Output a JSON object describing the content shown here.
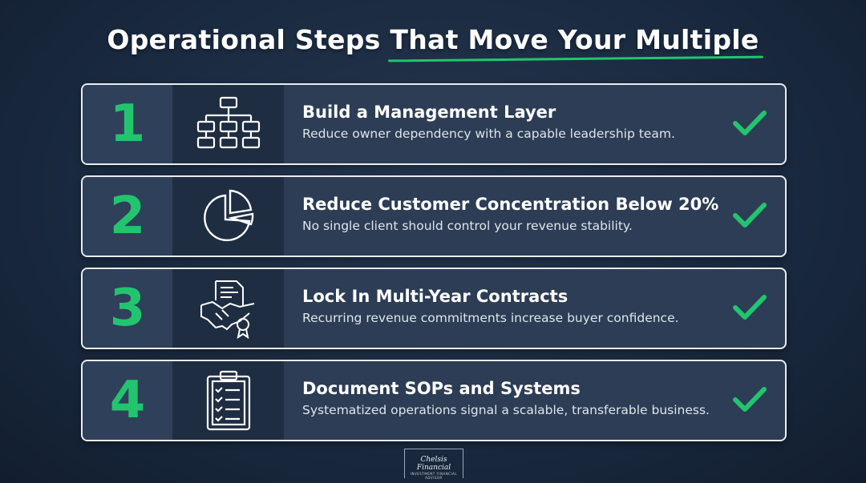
{
  "title": {
    "part1": "Operational Steps ",
    "part2": "That Move Your Multiple"
  },
  "accent_color": "#22c56e",
  "steps": [
    {
      "number": "1",
      "icon": "org-chart-icon",
      "heading": "Build a Management Layer",
      "description": "Reduce owner dependency with a capable leadership team.",
      "checked": true
    },
    {
      "number": "2",
      "icon": "pie-chart-icon",
      "heading": "Reduce Customer Concentration Below 20%",
      "description": "No single client should control your revenue stability.",
      "checked": true
    },
    {
      "number": "3",
      "icon": "contract-handshake-icon",
      "heading": "Lock In Multi-Year Contracts",
      "description": "Recurring revenue commitments increase buyer confidence.",
      "checked": true
    },
    {
      "number": "4",
      "icon": "clipboard-checklist-icon",
      "heading": "Document SOPs and Systems",
      "description": "Systematized operations signal a scalable, transferable business.",
      "checked": true
    }
  ],
  "logo": {
    "name": "Chelsis Financial",
    "tagline": "INVESTMENT FINANCIAL ADVISOR"
  }
}
